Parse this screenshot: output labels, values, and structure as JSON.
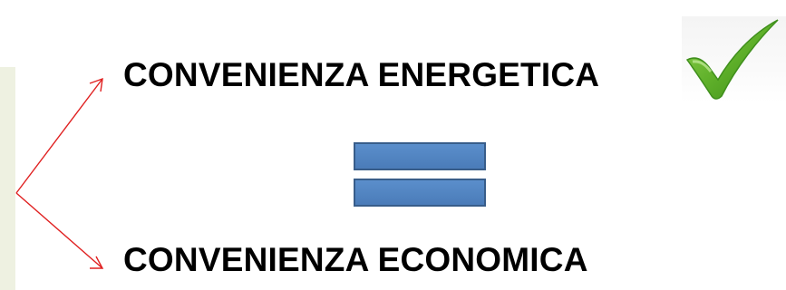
{
  "slide": {
    "top_label": "CONVENIENZA ENERGETICA",
    "bottom_label": "CONVENIENZA ECONOMICA"
  },
  "icons": {
    "check": "check-icon",
    "equals": "equals-icon",
    "arrows": "branch-arrows"
  },
  "colors": {
    "arrow": "#e02020",
    "equals_fill": "#4f81bd",
    "equals_stroke": "#385d8a",
    "check_green": "#5fb02a",
    "side_panel": "#eef1e1"
  }
}
